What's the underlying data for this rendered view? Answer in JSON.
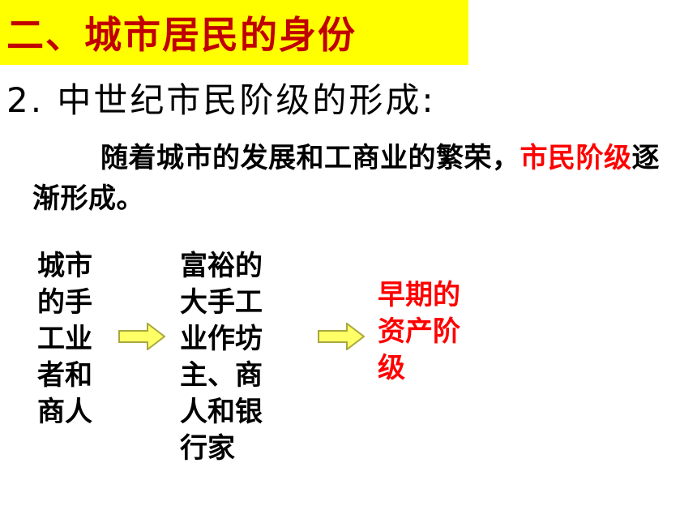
{
  "title": "二、城市居民的身份",
  "subtitle": "2. 中世纪市民阶级的形成:",
  "paragraph": {
    "before": "随着城市的发展和工商业的繁荣，",
    "highlight": "市民阶级",
    "after": "逐渐形成。"
  },
  "flow": {
    "box1": "城市的手工业者和商人",
    "box2": "富裕的大手工业作坊主、商人和银行家",
    "box3": "早期的资产阶级"
  },
  "colors": {
    "title_bg": "#ffff00",
    "title_text": "#c00000",
    "highlight": "#ff0000",
    "arrow_fill": "#ffff66",
    "arrow_stroke": "#a8a840"
  },
  "icons": {
    "arrow": "right-arrow-icon"
  }
}
